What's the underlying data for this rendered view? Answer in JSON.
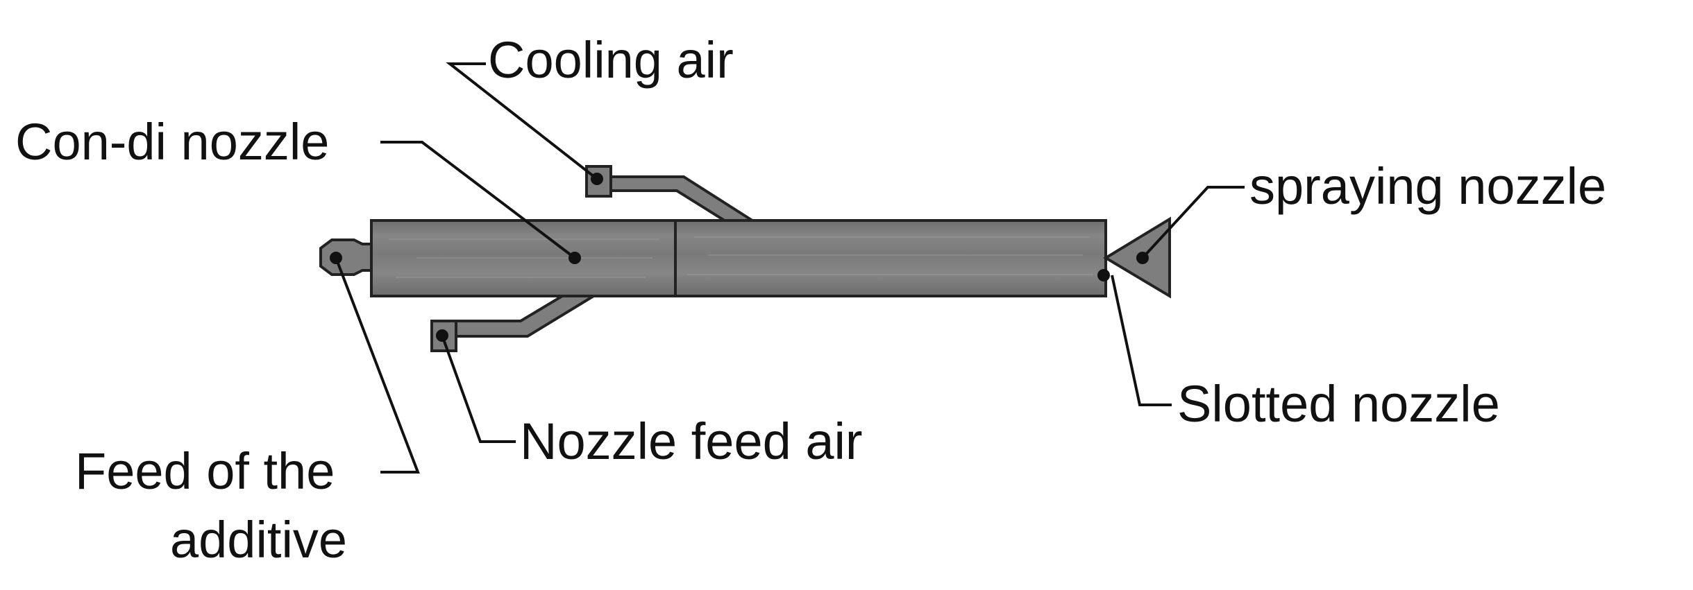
{
  "labels": {
    "cooling_air": "Cooling air",
    "con_di_nozzle": "Con-di nozzle",
    "spraying_nozzle": "spraying nozzle",
    "slotted_nozzle": "Slotted nozzle",
    "nozzle_feed_air": "Nozzle feed air",
    "feed_of_additive_line1": "Feed of the",
    "feed_of_additive_line2": "additive"
  },
  "colors": {
    "metal": "#7a7a7a",
    "outline": "#222222",
    "text": "#111111"
  }
}
